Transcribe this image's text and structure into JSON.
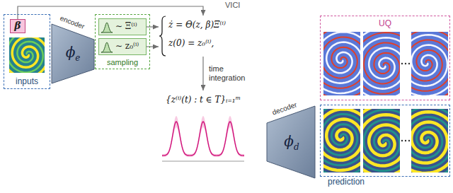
{
  "diagram": {
    "nodes": [
      {
        "text": [
          "inputs"
        ]
      },
      {
        "text": [
          "β"
        ],
        "in": 0
      },
      {
        "text": [
          "encoder",
          "ϕ",
          "e"
        ]
      },
      {
        "text": [
          "sampling"
        ]
      },
      {
        "text": [
          "∼ Ξ⁽ⁱ⁾"
        ],
        "in": 3
      },
      {
        "text": [
          "∼ z₀⁽ⁱ⁾"
        ],
        "in": 3
      },
      {
        "text": [
          "ż = Θ(z, β)Ξ⁽ⁱ⁾",
          "z(0) = z₀⁽ⁱ⁾,"
        ]
      },
      {
        "text": [
          "{z⁽ⁱ⁾(t) : t ∈ T}ᵢ₌₁ᵐ"
        ]
      },
      {
        "text": [
          "decoder",
          "ϕ",
          "d"
        ]
      },
      {
        "text": [
          "UQ"
        ]
      },
      {
        "text": [
          "prediction"
        ]
      }
    ],
    "edges": [
      {
        "from": 1,
        "to": 6,
        "arrow": "to"
      },
      {
        "from": 4,
        "to": 6,
        "arrow": "to"
      },
      {
        "from": 5,
        "to": 6,
        "arrow": "to"
      },
      {
        "from": 6,
        "to": 7,
        "label": "time integration",
        "arrow": "to"
      }
    ],
    "labels": [
      "VICI"
    ]
  }
}
